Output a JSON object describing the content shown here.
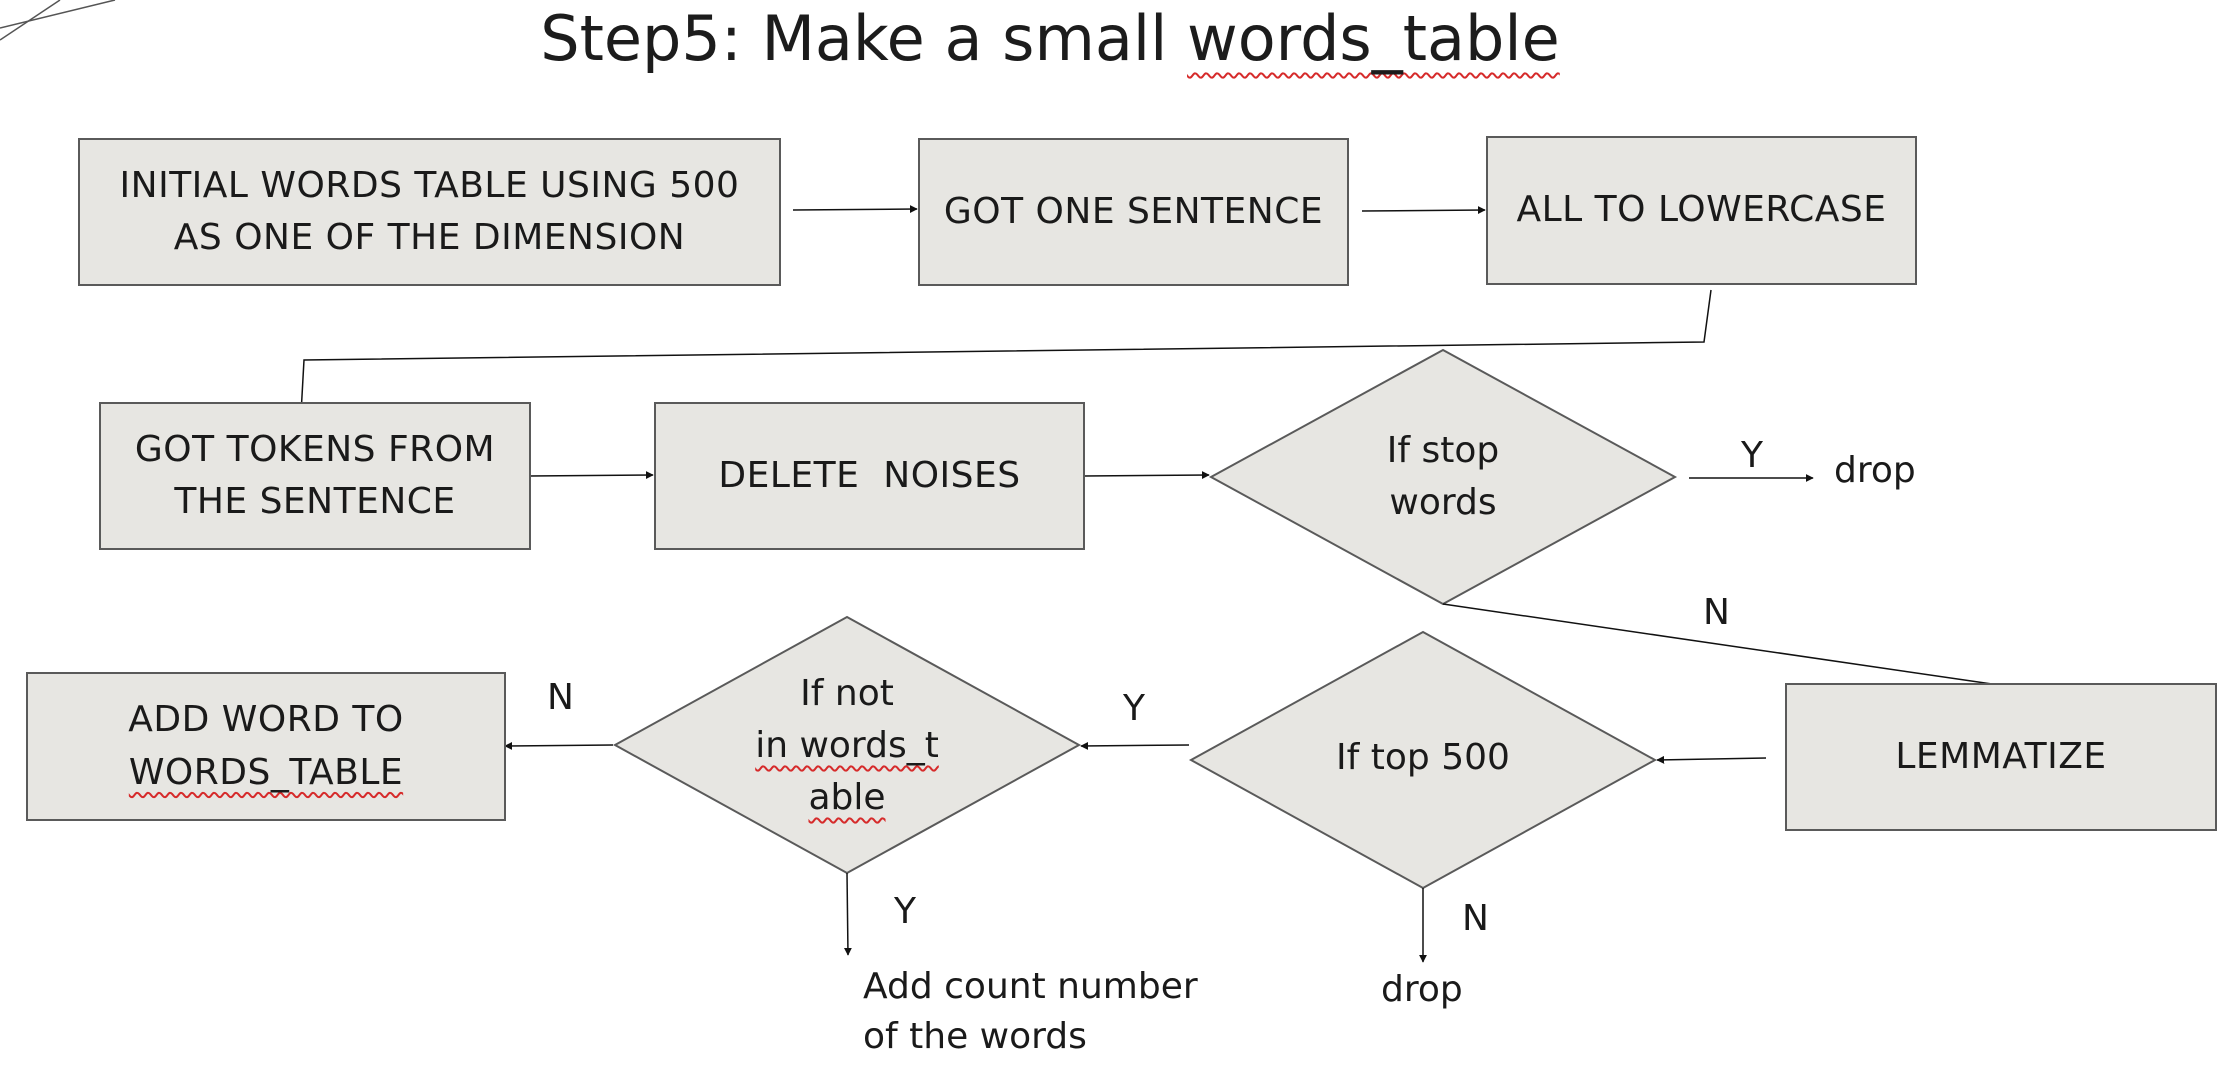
{
  "title": {
    "prefix": "Step5: Make a small ",
    "underlined": "words_table"
  },
  "boxes": {
    "initial_words_table": [
      "INITIAL WORDS TABLE USING 500",
      "AS ONE OF THE DIMENSION"
    ],
    "got_one_sentence": [
      "GOT ONE SENTENCE"
    ],
    "all_to_lowercase": [
      "ALL TO LOWERCASE"
    ],
    "got_tokens": [
      "GOT TOKENS FROM",
      "THE SENTENCE"
    ],
    "delete_noises": [
      "DELETE  NOISES"
    ],
    "lemmatize": [
      "LEMMATIZE"
    ],
    "add_word": [
      "ADD WORD TO",
      "WORDS_TABLE"
    ]
  },
  "decisions": {
    "if_stop_words": [
      "If stop",
      "words"
    ],
    "if_top_500": [
      "If top 500"
    ],
    "if_not_in_words_table": [
      "If not",
      "in words_t",
      "able"
    ]
  },
  "edge_labels": {
    "stop_yes": "Y",
    "stop_no": "N",
    "top500_yes": "Y",
    "top500_no": "N",
    "notin_no": "N",
    "notin_yes": "Y"
  },
  "terminals": {
    "drop_stop": "drop",
    "drop_top500": "drop",
    "add_count": [
      "Add count number",
      "of the words"
    ]
  },
  "colors": {
    "box_fill": "#e7e6e2",
    "box_border": "#5a5a5a",
    "spellcheck_underline": "#d62b2b"
  }
}
